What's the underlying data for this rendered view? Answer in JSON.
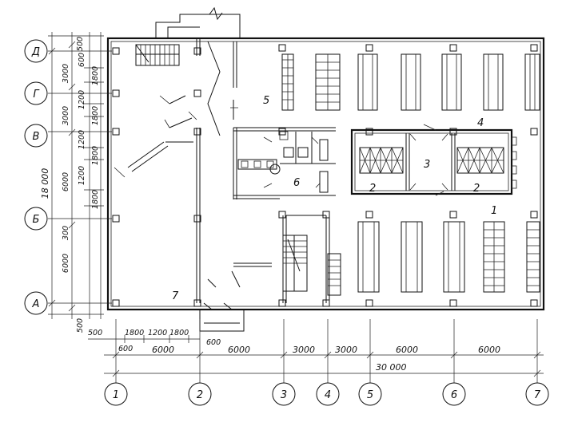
{
  "axes_rows": [
    "Д",
    "Г",
    "В",
    "Б",
    "А"
  ],
  "axes_cols": [
    "1",
    "2",
    "3",
    "4",
    "5",
    "6",
    "7"
  ],
  "bottom_dims_row1": [
    "500",
    "1800",
    "1200",
    "1800"
  ],
  "bottom_dims_row2": [
    "600",
    "6000",
    "600",
    "6000",
    "3000",
    "3000",
    "6000",
    "6000"
  ],
  "bottom_total": "30 000",
  "left_dims_outer": [
    "500",
    "3000",
    "3000",
    "6000",
    "300",
    "6000",
    "500"
  ],
  "left_dims_inner": [
    "600",
    "1800",
    "1200",
    "1800",
    "1200",
    "1800",
    "1200",
    "1800"
  ],
  "left_total": "18 000",
  "room_labels": [
    "1",
    "2",
    "2",
    "3",
    "4",
    "5",
    "6",
    "7"
  ]
}
